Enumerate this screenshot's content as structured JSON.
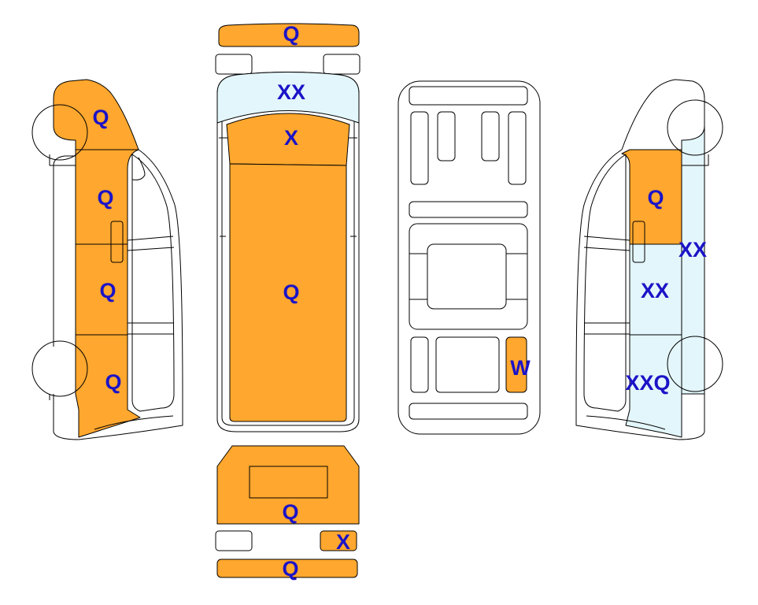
{
  "colors": {
    "Q": "#ffa72e",
    "X": "#ffa72e",
    "W": "#ffa72e",
    "XX": "#e3f6fb",
    "XXQ": "#e3f6fb",
    "label": "#1b13c7",
    "outline": "#000000"
  },
  "left_side": {
    "front_wing": "Q",
    "front_door": "Q",
    "middle_panel": "Q",
    "rear_panel": "Q"
  },
  "top_view": {
    "front_bumper": "Q",
    "windscreen": "XX",
    "bonnet": "X",
    "roof": "Q"
  },
  "underside": {
    "rear_right_section": "W"
  },
  "right_side": {
    "front_door": "Q",
    "front_wing": "XX",
    "middle_panel": "XX",
    "rear_panel": "XXQ"
  },
  "rear_view": {
    "tailgate": "Q",
    "right_light": "X",
    "rear_bumper": "Q"
  }
}
